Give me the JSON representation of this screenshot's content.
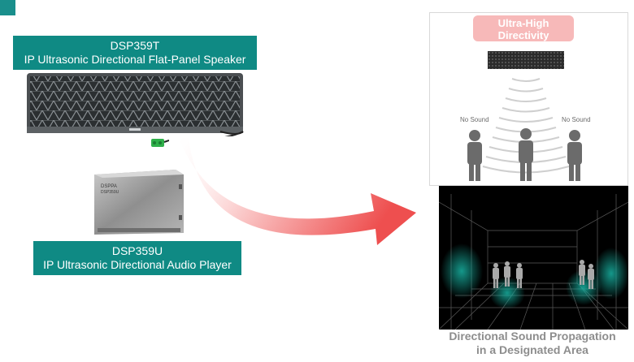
{
  "speaker": {
    "model": "DSP359T",
    "description": "IP Ultrasonic Directional Flat-Panel Speaker"
  },
  "player": {
    "model": "DSP359U",
    "description": "IP Ultrasonic Directional Audio Player",
    "device_text_line1": "DSPPA",
    "device_text_line2": "DSP359U"
  },
  "demo": {
    "badge_line1": "Ultra-High",
    "badge_line2": "Directivity",
    "left_label": "No Sound",
    "right_label": "No Sound"
  },
  "caption": {
    "line1": "Directional Sound Propagation",
    "line2": "in a Designated Area"
  },
  "colors": {
    "teal": "#0f8a84",
    "badge_pink": "#f7b9b9",
    "arrow_red": "#f05a5a",
    "caption_gray": "#8d8d8d",
    "room_teal": "#18b3a3"
  }
}
